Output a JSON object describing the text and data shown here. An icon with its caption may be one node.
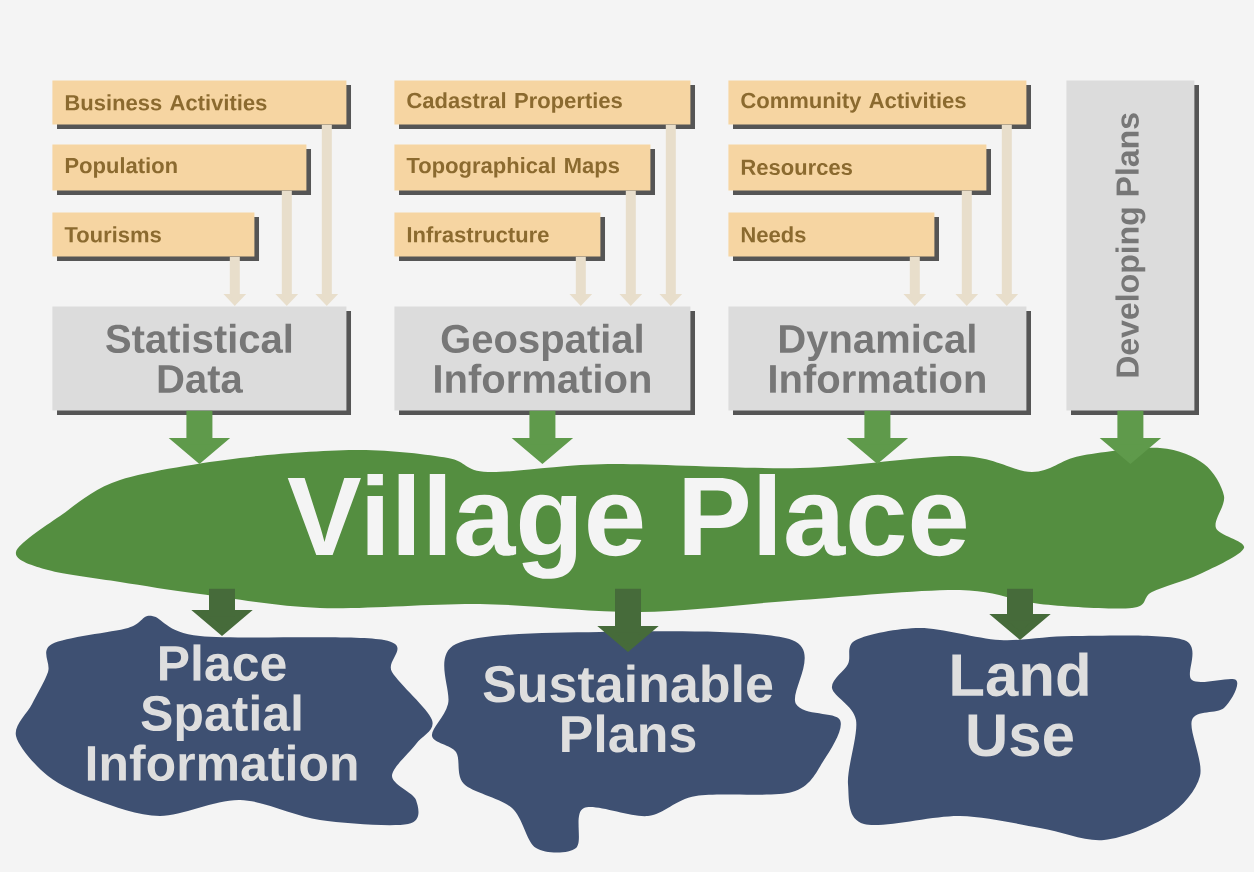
{
  "diagram": {
    "nodes": [
      {
        "text": [
          "Business Activities"
        ]
      },
      {
        "text": [
          "Population"
        ]
      },
      {
        "text": [
          "Tourisms"
        ]
      },
      {
        "text": [
          "Statistical Data"
        ]
      },
      {
        "text": [
          "Cadastral Properties"
        ]
      },
      {
        "text": [
          "Topographical Maps"
        ]
      },
      {
        "text": [
          "Infrastructure"
        ]
      },
      {
        "text": [
          "Geospatial Information"
        ]
      },
      {
        "text": [
          "Community Activities"
        ]
      },
      {
        "text": [
          "Resources"
        ]
      },
      {
        "text": [
          "Needs"
        ]
      },
      {
        "text": [
          "Dynamical Information"
        ]
      },
      {
        "text": [
          "Developing Plans"
        ]
      },
      {
        "text": [
          "Village Place"
        ]
      },
      {
        "text": [
          "Place Spatial Information"
        ]
      },
      {
        "text": [
          "Sustainable Plans"
        ]
      },
      {
        "text": [
          "Land Use"
        ]
      }
    ],
    "edges": [
      {
        "from": 0,
        "to": 3,
        "arrow": "to"
      },
      {
        "from": 1,
        "to": 3,
        "arrow": "to"
      },
      {
        "from": 2,
        "to": 3,
        "arrow": "to"
      },
      {
        "from": 4,
        "to": 7,
        "arrow": "to"
      },
      {
        "from": 5,
        "to": 7,
        "arrow": "to"
      },
      {
        "from": 6,
        "to": 7,
        "arrow": "to"
      },
      {
        "from": 8,
        "to": 11,
        "arrow": "to"
      },
      {
        "from": 9,
        "to": 11,
        "arrow": "to"
      },
      {
        "from": 10,
        "to": 11,
        "arrow": "to"
      },
      {
        "from": 3,
        "to": 13,
        "arrow": "to",
        "style": "thick",
        "color": "#5f9a4b"
      },
      {
        "from": 7,
        "to": 13,
        "arrow": "to",
        "style": "thick",
        "color": "#5f9a4b"
      },
      {
        "from": 11,
        "to": 13,
        "arrow": "to",
        "style": "thick",
        "color": "#5f9a4b"
      },
      {
        "from": 12,
        "to": 13,
        "arrow": "to",
        "style": "thick",
        "color": "#5f9a4b"
      },
      {
        "from": 13,
        "to": 14,
        "arrow": "to",
        "style": "thick",
        "color": "#466b3a"
      },
      {
        "from": 13,
        "to": 15,
        "arrow": "to",
        "style": "thick",
        "color": "#466b3a"
      },
      {
        "from": 13,
        "to": 16,
        "arrow": "to",
        "style": "thick",
        "color": "#466b3a"
      }
    ]
  }
}
